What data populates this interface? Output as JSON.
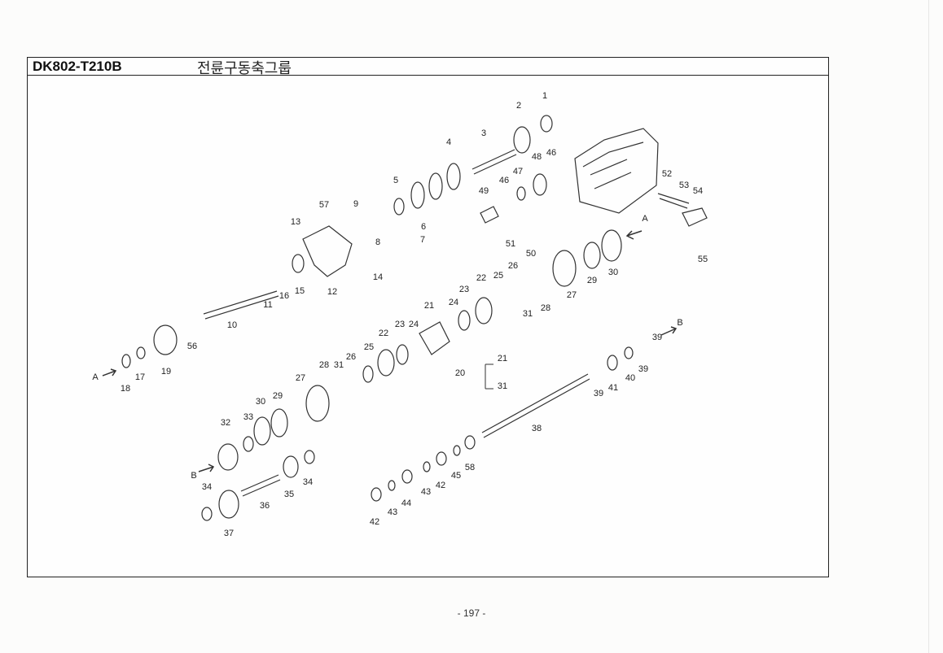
{
  "header": {
    "code": "DK802-T210B",
    "title": "전륜구동축그룹"
  },
  "footer": {
    "page": "- 197 -"
  },
  "callouts": [
    "1",
    "2",
    "3",
    "4",
    "46",
    "46",
    "47",
    "48",
    "49",
    "5",
    "9",
    "57",
    "13",
    "6",
    "7",
    "8",
    "51",
    "50",
    "52",
    "53",
    "54",
    "55",
    "A",
    "30",
    "29",
    "27",
    "28",
    "31",
    "26",
    "25",
    "22",
    "23",
    "24",
    "21",
    "12",
    "15",
    "16",
    "11",
    "14",
    "10",
    "56",
    "19",
    "17",
    "18",
    "A",
    "22",
    "23",
    "24",
    "25",
    "26",
    "31",
    "28",
    "27",
    "29",
    "30",
    "33",
    "32",
    "B",
    "20",
    "21",
    "31",
    "B",
    "39",
    "39",
    "40",
    "41",
    "39",
    "38",
    "34",
    "35",
    "34",
    "36",
    "37",
    "42",
    "43",
    "44",
    "43",
    "42",
    "45",
    "58"
  ]
}
